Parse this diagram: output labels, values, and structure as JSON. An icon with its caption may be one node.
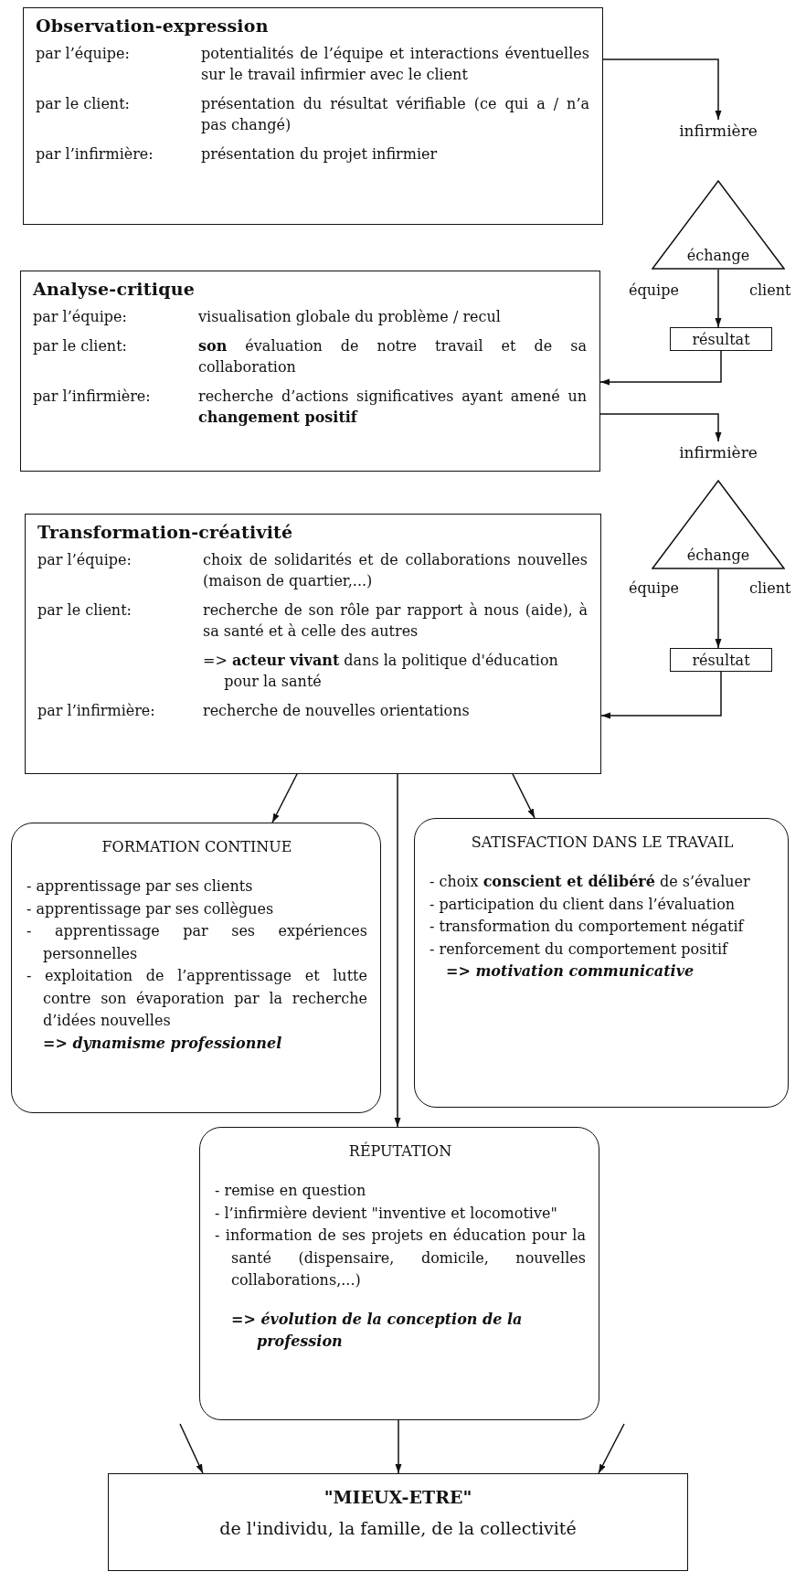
{
  "diagram": {
    "nodes": [
      {
        "text": [
          "Observation-expression",
          "par l’équipe:",
          "potentialités de l’équipe et interactions éventuelles sur le travail infirmier avec le client",
          "par le client:",
          "présentation du résultat vérifiable (ce qui a / n’a pas changé)",
          "par l’infirmière:",
          "présentation du projet infirmier"
        ]
      },
      {
        "text": [
          "infirmière"
        ]
      },
      {
        "text": [
          "échange"
        ],
        "beside": [
          "équipe",
          "client"
        ]
      },
      {
        "text": [
          "résultat"
        ]
      },
      {
        "text": [
          "Analyse-critique",
          "par l’équipe:",
          "visualisation globale du problème / recul",
          "par le client:",
          "**son** évaluation de notre travail et de sa collaboration",
          "par l’infirmière:",
          "recherche d’actions significatives ayant amené un **changement positif**"
        ]
      },
      {
        "text": [
          "infirmière"
        ]
      },
      {
        "text": [
          "échange"
        ],
        "beside": [
          "équipe",
          "client"
        ]
      },
      {
        "text": [
          "résultat"
        ]
      },
      {
        "text": [
          "Transformation-créativité",
          "par l’équipe:",
          "choix de solidarités et de collaborations nouvelles (maison de quartier,...)",
          "par le client:",
          "recherche de son rôle par rapport à nous (aide), à sa santé et à celle des autres",
          "=> **acteur vivant** dans la politique d'éducation pour la santé",
          "par l’infirmière:",
          "recherche de nouvelles orientations"
        ]
      },
      {
        "text": [
          "FORMATION CONTINUE",
          "- apprentissage par ses clients",
          "- apprentissage par ses collègues",
          "- apprentissage par ses expériences personnelles",
          "- exploitation de l’apprentissage et lutte contre son évaporation par la recherche d’idées nouvelles",
          "=> dynamisme professionnel"
        ]
      },
      {
        "text": [
          "SATISFACTION DANS LE TRAVAIL",
          "- choix **conscient et délibéré** de s’évaluer",
          "- participation du client dans l’évaluation",
          "- transformation du comportement négatif",
          "- renforcement du comportement positif",
          "=> motivation communicative"
        ]
      },
      {
        "text": [
          "RÉPUTATION",
          "- remise en question",
          "- l’infirmière devient \"inventive et locomotive\"",
          "- information de ses projets en éducation pour la santé (dispensaire, domicile, nouvelles collaborations,...)",
          "=> évolution de la conception de la profession"
        ]
      },
      {
        "text": [
          "\"MIEUX-ETRE\"",
          "de l'individu, la famille, de la collectivité"
        ]
      }
    ],
    "edges": [
      {
        "from": 0,
        "to": 1,
        "arrow": "to"
      },
      {
        "from": 2,
        "to": 3,
        "arrow": "to"
      },
      {
        "from": 3,
        "to": 4,
        "arrow": "to"
      },
      {
        "from": 4,
        "to": 5,
        "arrow": "to"
      },
      {
        "from": 6,
        "to": 7,
        "arrow": "to"
      },
      {
        "from": 7,
        "to": 8,
        "arrow": "to"
      },
      {
        "from": 8,
        "to": 9,
        "arrow": "to"
      },
      {
        "from": 8,
        "to": 10,
        "arrow": "to"
      },
      {
        "from": 8,
        "to": 11,
        "arrow": "to"
      },
      {
        "from": null,
        "to": 12,
        "arrow": "to"
      },
      {
        "from": 11,
        "to": 12,
        "arrow": "to"
      },
      {
        "from": null,
        "to": 12,
        "arrow": "to"
      }
    ]
  }
}
